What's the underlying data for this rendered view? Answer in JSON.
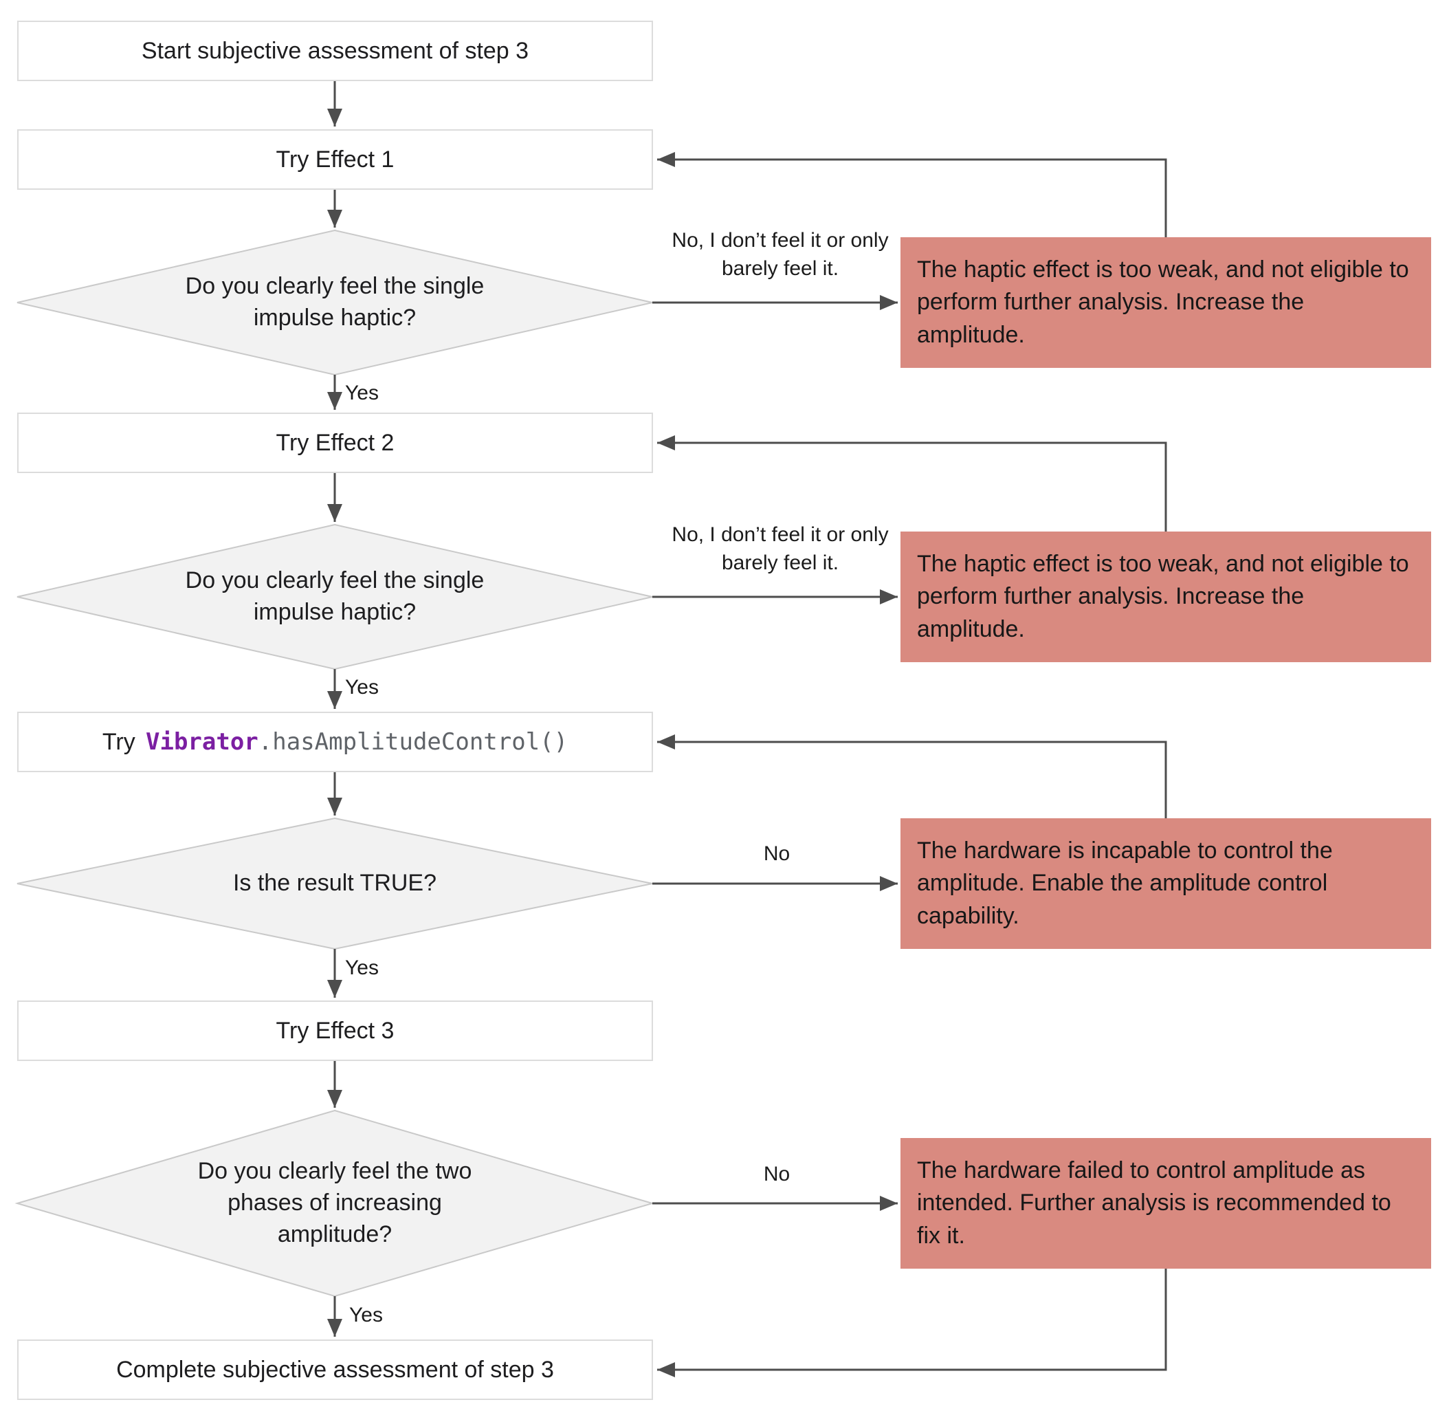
{
  "nodes": {
    "start": {
      "label": "Start subjective assessment of step 3"
    },
    "effect1": {
      "label": "Try Effect 1"
    },
    "decision1": {
      "label": "Do you clearly feel the single impulse haptic?"
    },
    "effect2": {
      "label": "Try Effect 2"
    },
    "decision2": {
      "label": "Do you clearly feel the single impulse haptic?"
    },
    "api_call": {
      "prefix": "Try",
      "code_class": "Vibrator",
      "code_method": ".hasAmplitudeControl()"
    },
    "decision3": {
      "label": "Is the result TRUE?"
    },
    "effect3": {
      "label": "Try Effect 3"
    },
    "decision4": {
      "label": "Do you clearly feel the two phases of increasing amplitude?"
    },
    "complete": {
      "label": "Complete subjective assessment of step 3"
    }
  },
  "outcomes": {
    "too_weak_1": {
      "label": "The haptic effect is too weak, and not eligible to perform further analysis. Increase the amplitude."
    },
    "too_weak_2": {
      "label": "The haptic effect is too weak, and not eligible to perform further analysis. Increase the amplitude."
    },
    "no_amplitude_control": {
      "label": "The hardware is incapable to control the amplitude. Enable the amplitude control capability."
    },
    "failed_control": {
      "label": "The hardware failed to control amplitude as intended. Further analysis is recommended to fix it."
    }
  },
  "edges": {
    "no_feel_1": "No, I don’t feel it or only barely feel it.",
    "no_feel_2": "No, I don’t feel it or only barely feel it.",
    "yes_1": "Yes",
    "yes_2": "Yes",
    "no_3": "No",
    "yes_3": "Yes",
    "no_4": "No",
    "yes_4": "Yes"
  },
  "colors": {
    "outcome_fill": "#d98a80",
    "decision_fill": "#f2f2f2",
    "decision_stroke": "#c9c9c9",
    "arrow_color": "#4d4d4d",
    "code_class_color": "#7b1fa2",
    "code_method_color": "#5f6368"
  }
}
